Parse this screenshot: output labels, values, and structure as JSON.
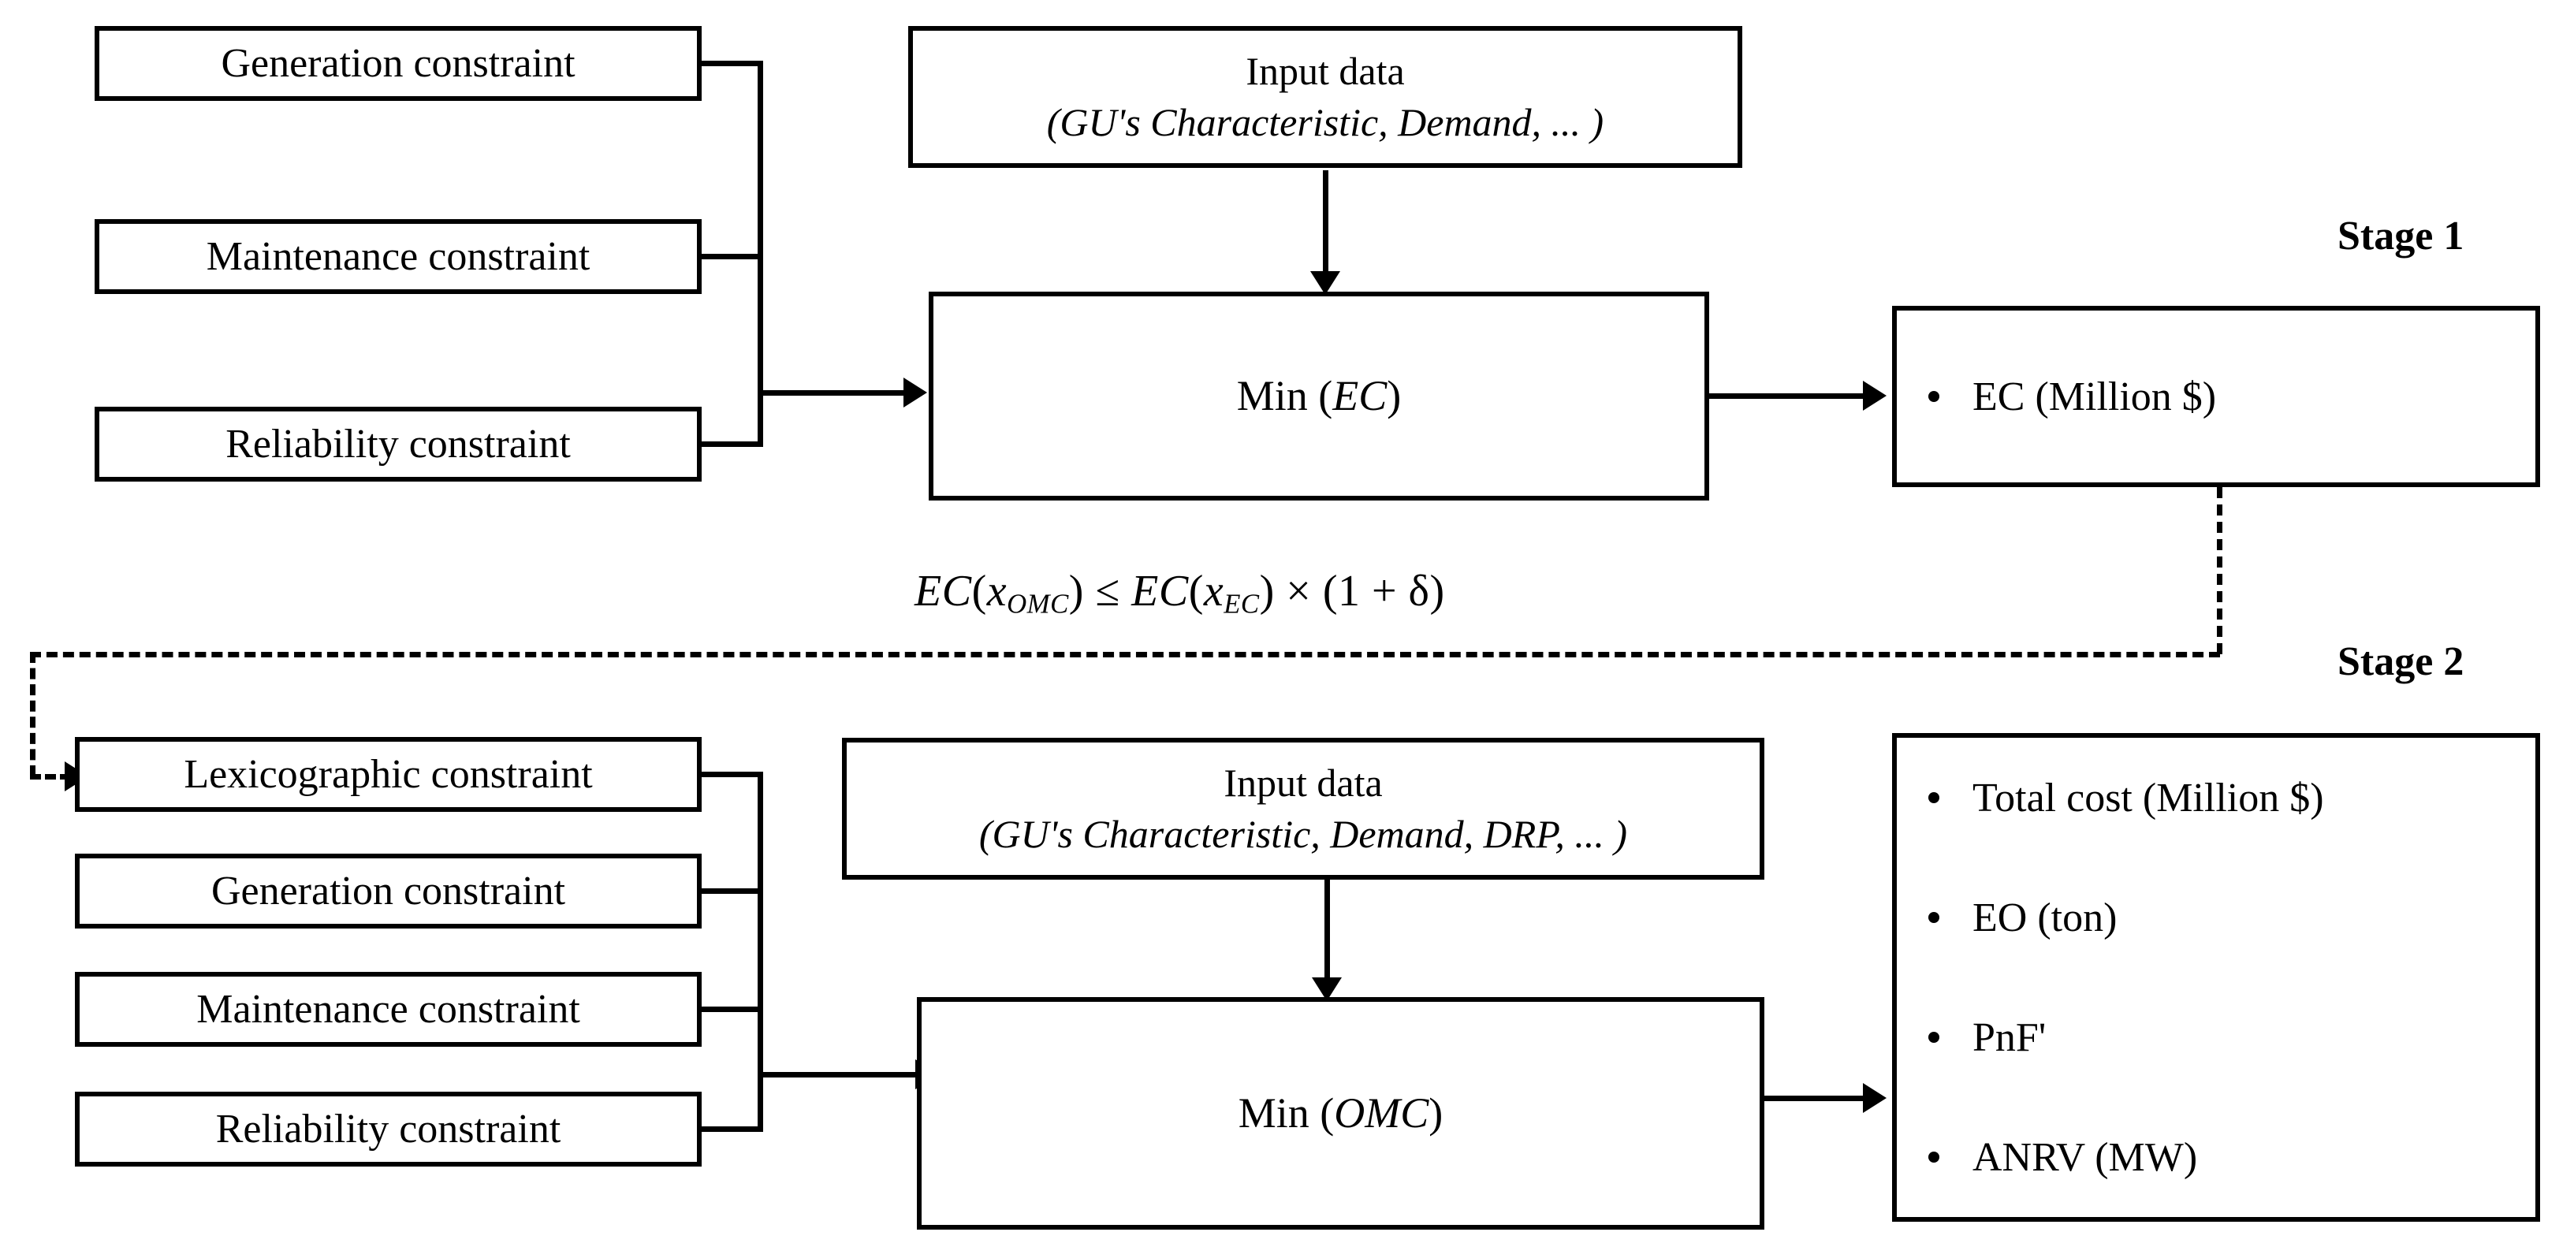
{
  "diagram": {
    "title": "Two-stage optimization flowchart",
    "stage1": {
      "label": "Stage 1",
      "constraints": [
        {
          "name": "generation-constraint",
          "text": "Generation constraint"
        },
        {
          "name": "maintenance-constraint",
          "text": "Maintenance constraint"
        },
        {
          "name": "reliability-constraint",
          "text": "Reliability constraint"
        }
      ],
      "input": {
        "line1": "Input data",
        "line2": "(GU's Characteristic, Demand, ... )"
      },
      "process": {
        "prefix": "Min (",
        "variable": "EC",
        "suffix": ")"
      },
      "outputs": [
        {
          "name": "output-ec",
          "text": "EC (Million $)"
        }
      ]
    },
    "link": {
      "equation_plain": "EC(x_OMC) ≤ EC(x_EC) × (1 + δ)",
      "equation_parts": {
        "lhs_fn": "EC",
        "lhs_open": "(",
        "lhs_var": "x",
        "lhs_sub": "OMC",
        "lhs_close": ")",
        "relation": "≤",
        "rhs_fn": "EC",
        "rhs_open": "(",
        "rhs_var": "x",
        "rhs_sub": "EC",
        "rhs_close": ")",
        "times": "×",
        "factor": "(1 + δ)"
      }
    },
    "stage2": {
      "label": "Stage 2",
      "constraints": [
        {
          "name": "lexicographic-constraint",
          "text": "Lexicographic constraint"
        },
        {
          "name": "generation-constraint",
          "text": "Generation constraint"
        },
        {
          "name": "maintenance-constraint",
          "text": "Maintenance constraint"
        },
        {
          "name": "reliability-constraint",
          "text": "Reliability constraint"
        }
      ],
      "input": {
        "line1": "Input data",
        "line2": "(GU's Characteristic, Demand, DRP, ... )"
      },
      "process": {
        "prefix": "Min (",
        "variable": "OMC",
        "suffix": ")"
      },
      "outputs": [
        {
          "name": "output-total-cost",
          "text": "Total cost (Million $)"
        },
        {
          "name": "output-eo",
          "text": "EO (ton)"
        },
        {
          "name": "output-pnf",
          "text": "PnF'"
        },
        {
          "name": "output-anrv",
          "text": "ANRV (MW)"
        }
      ]
    },
    "colors": {
      "stroke": "#000000",
      "background": "#ffffff"
    }
  }
}
